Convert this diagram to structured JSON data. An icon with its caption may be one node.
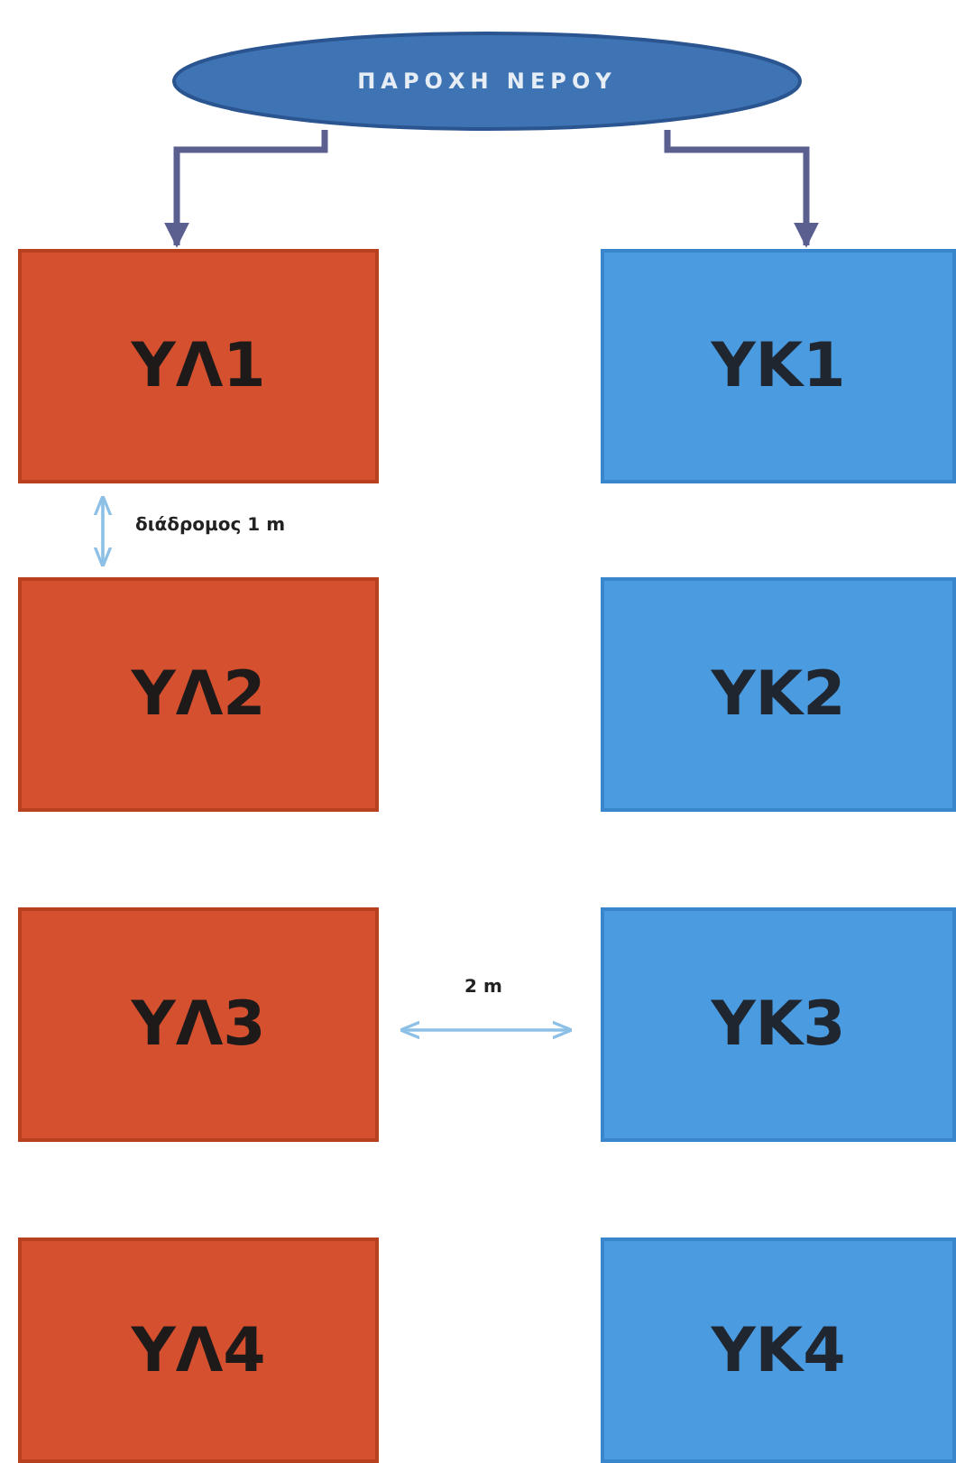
{
  "diagram": {
    "nodes": [
      {
        "text": [
          "ΠΑΡΟΧΗ ΝΕΡΟΥ"
        ]
      },
      {
        "text": [
          "ΥΛ1"
        ]
      },
      {
        "text": [
          "ΥΚ1"
        ]
      },
      {
        "text": [
          "ΥΛ2"
        ]
      },
      {
        "text": [
          "ΥΚ2"
        ]
      },
      {
        "text": [
          "ΥΛ3"
        ]
      },
      {
        "text": [
          "ΥΚ3"
        ]
      },
      {
        "text": [
          "ΥΛ4"
        ]
      },
      {
        "text": [
          "ΥΚ4"
        ]
      }
    ],
    "edges": [
      {
        "from": 0,
        "to": 1,
        "arrow": "to",
        "style": "thick"
      },
      {
        "from": 0,
        "to": 2,
        "arrow": "to",
        "style": "thick"
      },
      {
        "from": 1,
        "to": 3,
        "arrow": "both",
        "label": "διάδρομος 1 m",
        "color": "#8cc0e6"
      },
      {
        "from": 5,
        "to": 6,
        "arrow": "both",
        "label": "2 m",
        "color": "#8cc0e6"
      }
    ]
  }
}
